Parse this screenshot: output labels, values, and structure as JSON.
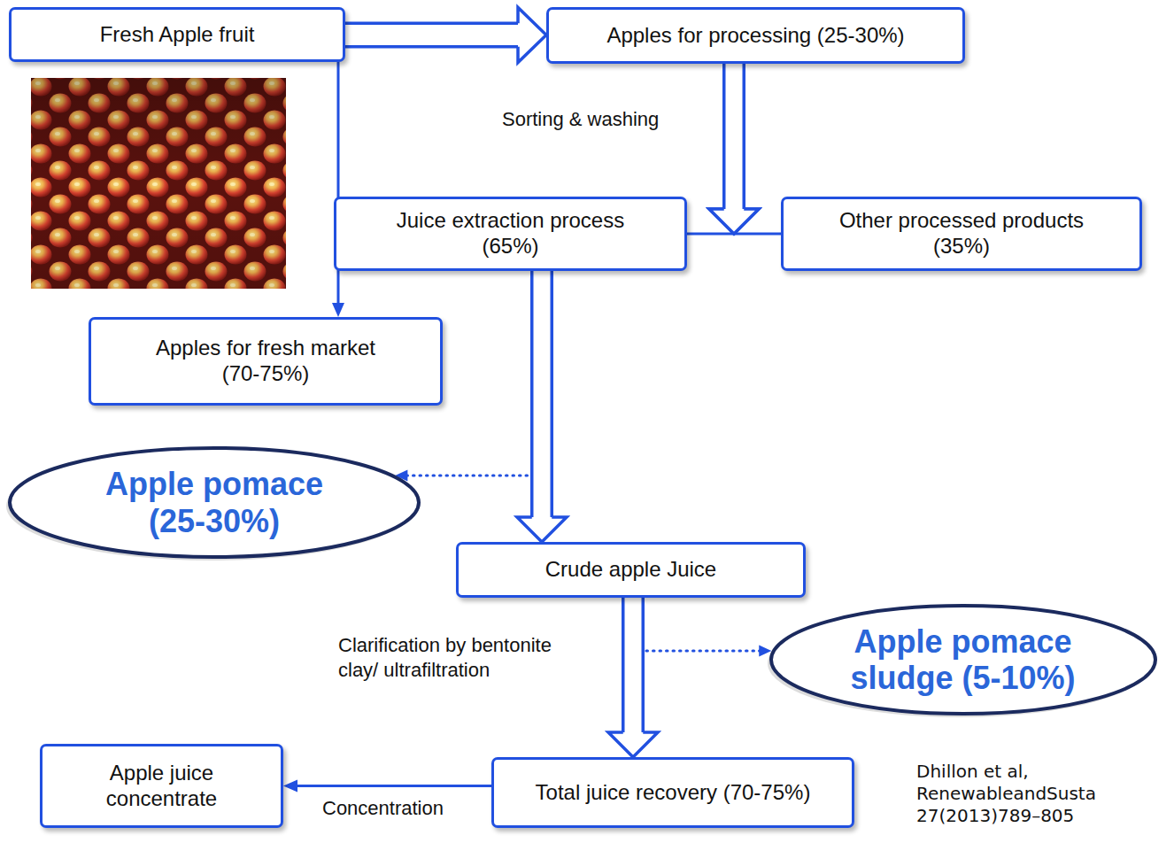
{
  "diagram": {
    "nodes": [
      {
        "text": [
          "Fresh Apple fruit"
        ]
      },
      {
        "text": [
          "Apples for processing (25-30%)"
        ]
      },
      {
        "text": [
          "Juice extraction process (65%)"
        ]
      },
      {
        "text": [
          "Other processed products (35%)"
        ]
      },
      {
        "text": [
          "Apples for fresh market (70-75%)"
        ]
      },
      {
        "text": [
          "Apple pomace (25-30%)"
        ]
      },
      {
        "text": [
          "Crude apple Juice"
        ]
      },
      {
        "text": [
          "Apple pomace sludge (5-10%)"
        ]
      },
      {
        "text": [
          "Apple juice concentrate"
        ]
      },
      {
        "text": [
          "Total juice recovery (70-75%)"
        ]
      }
    ],
    "edges": [
      {
        "from": 0,
        "to": 1,
        "arrow": "to"
      },
      {
        "from": 0,
        "to": 4,
        "arrow": "to"
      },
      {
        "from": 1,
        "to": 2,
        "label": "Sorting & washing",
        "arrow": "to"
      },
      {
        "from": 1,
        "to": 3,
        "arrow": "to"
      },
      {
        "from": 2,
        "to": 6,
        "arrow": "to"
      },
      {
        "from": 2,
        "to": 5,
        "arrow": "to"
      },
      {
        "from": 6,
        "to": 9,
        "label": "Clarification by bentonite clay/ ultrafiltration",
        "arrow": "to"
      },
      {
        "from": 6,
        "to": 7,
        "arrow": "to"
      },
      {
        "from": 9,
        "to": 8,
        "label": "Concentration",
        "arrow": "to"
      }
    ],
    "labels": [
      "Dhillon et al, RenewableandSusta 27(2013)789–805"
    ]
  }
}
